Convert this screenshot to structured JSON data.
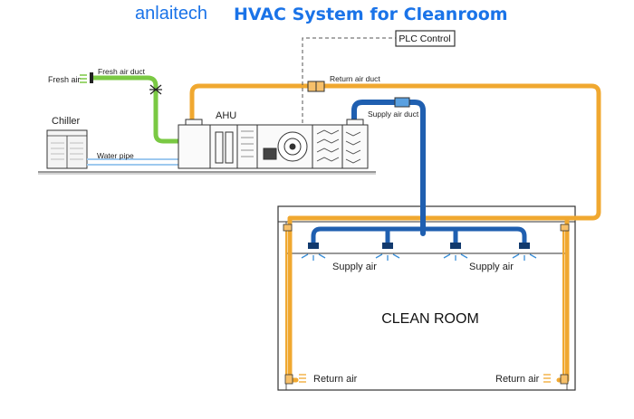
{
  "header": {
    "brand": "anlaitech",
    "title": "HVAC System for Cleanroom"
  },
  "labels": {
    "plc_control": "PLC Control",
    "fresh_air": "Fresh air",
    "fresh_air_duct": "Fresh air duct",
    "return_air_duct": "Return air duct",
    "supply_air_duct": "Supply air duct",
    "chiller": "Chiller",
    "ahu": "AHU",
    "water_pipe": "Water pipe",
    "supply_air_left": "Supply air",
    "supply_air_right": "Supply air",
    "clean_room": "CLEAN ROOM",
    "return_air_left": "Return air",
    "return_air_right": "Return air"
  },
  "colors": {
    "title": "#1a73e8",
    "fresh_air_duct": "#7ac943",
    "return_air_duct": "#f0a830",
    "supply_air_duct": "#1f5fb0",
    "water_pipe": "#9ec9ef",
    "airflow_arrow": "#3a8fd8"
  }
}
